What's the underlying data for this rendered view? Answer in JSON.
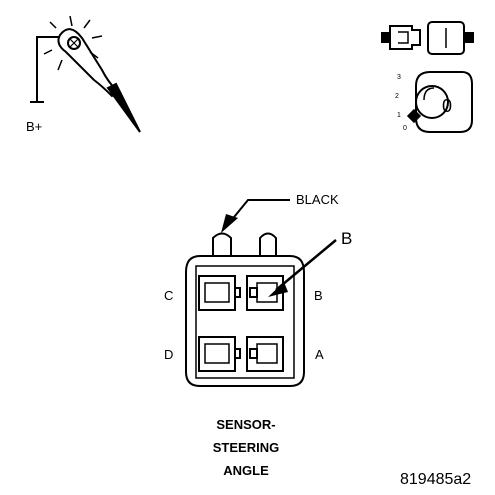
{
  "probe": {
    "label": "B+"
  },
  "ignition": {
    "positions": [
      "3",
      "2",
      "1",
      "0"
    ],
    "key_label": "0"
  },
  "connector": {
    "wire_label": "BLACK",
    "callout_label": "B",
    "pins": {
      "top_left": "C",
      "top_right": "B",
      "bottom_left": "D",
      "bottom_right": "A"
    }
  },
  "caption": {
    "line1": "SENSOR-",
    "line2": "STEERING",
    "line3": "ANGLE"
  },
  "figure_id": "819485a2"
}
